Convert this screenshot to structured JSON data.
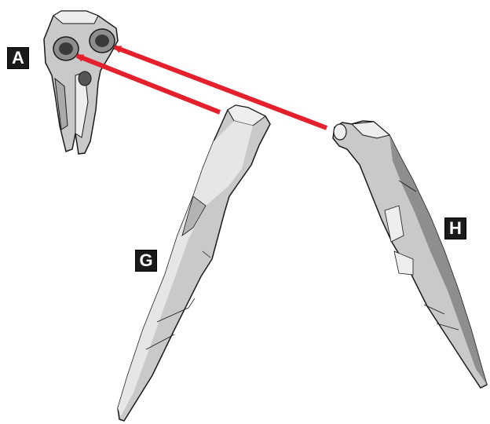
{
  "labels": {
    "a": "A",
    "g": "G",
    "h": "H"
  },
  "colors": {
    "arrow": "#e3202b",
    "part_fill": "#c9c9c9",
    "part_light": "#eeeeee",
    "part_dark": "#8e8e8e",
    "outline": "#1a1a1a",
    "badge_bg": "#1a1a1a",
    "badge_text": "#ffffff"
  },
  "connections": [
    {
      "from": "G",
      "to": "A"
    },
    {
      "from": "H",
      "to": "A"
    }
  ]
}
